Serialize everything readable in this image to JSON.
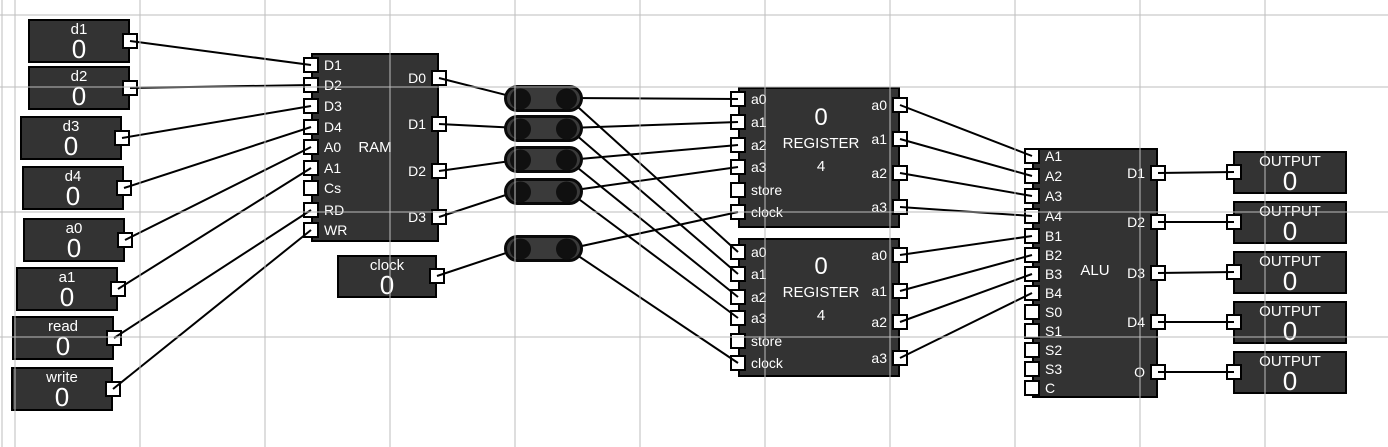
{
  "inputs": [
    {
      "label": "d1",
      "value": "0"
    },
    {
      "label": "d2",
      "value": "0"
    },
    {
      "label": "d3",
      "value": "0"
    },
    {
      "label": "d4",
      "value": "0"
    },
    {
      "label": "a0",
      "value": "0"
    },
    {
      "label": "a1",
      "value": "0"
    },
    {
      "label": "read",
      "value": "0"
    },
    {
      "label": "write",
      "value": "0"
    }
  ],
  "ram": {
    "title": "RAM",
    "left_pins": [
      "D1",
      "D2",
      "D3",
      "D4",
      "A0",
      "A1",
      "Cs",
      "RD",
      "WR"
    ],
    "right_pins": [
      "D0",
      "D1",
      "D2",
      "D3"
    ]
  },
  "clock": {
    "label": "clock",
    "value": "0"
  },
  "registers": [
    {
      "value": "0",
      "title": "REGISTER",
      "bits": "4",
      "left_pins": [
        "a0",
        "a1",
        "a2",
        "a3",
        "store",
        "clock"
      ],
      "right_pins": [
        "a0",
        "a1",
        "a2",
        "a3"
      ]
    },
    {
      "value": "0",
      "title": "REGISTER",
      "bits": "4",
      "left_pins": [
        "a0",
        "a1",
        "a2",
        "a3",
        "store",
        "clock"
      ],
      "right_pins": [
        "a0",
        "a1",
        "a2",
        "a3"
      ]
    }
  ],
  "alu": {
    "title": "ALU",
    "left_pins": [
      "A1",
      "A2",
      "A3",
      "A4",
      "B1",
      "B2",
      "B3",
      "B4",
      "S0",
      "S1",
      "S2",
      "S3",
      "C"
    ],
    "right_pins": [
      "D1",
      "D2",
      "D3",
      "D4",
      "O"
    ]
  },
  "outputs": [
    {
      "label": "OUTPUT",
      "value": "0"
    },
    {
      "label": "OUTPUT",
      "value": "0"
    },
    {
      "label": "OUTPUT",
      "value": "0"
    },
    {
      "label": "OUTPUT",
      "value": "0"
    },
    {
      "label": "OUTPUT",
      "value": "0"
    }
  ],
  "colors": {
    "background": "#ffffff",
    "grid": "#cccccc",
    "block": "#333333",
    "junction": "#3a3a3a",
    "wire": "#000000",
    "pin": "#ffffff",
    "text": "#ffffff"
  }
}
